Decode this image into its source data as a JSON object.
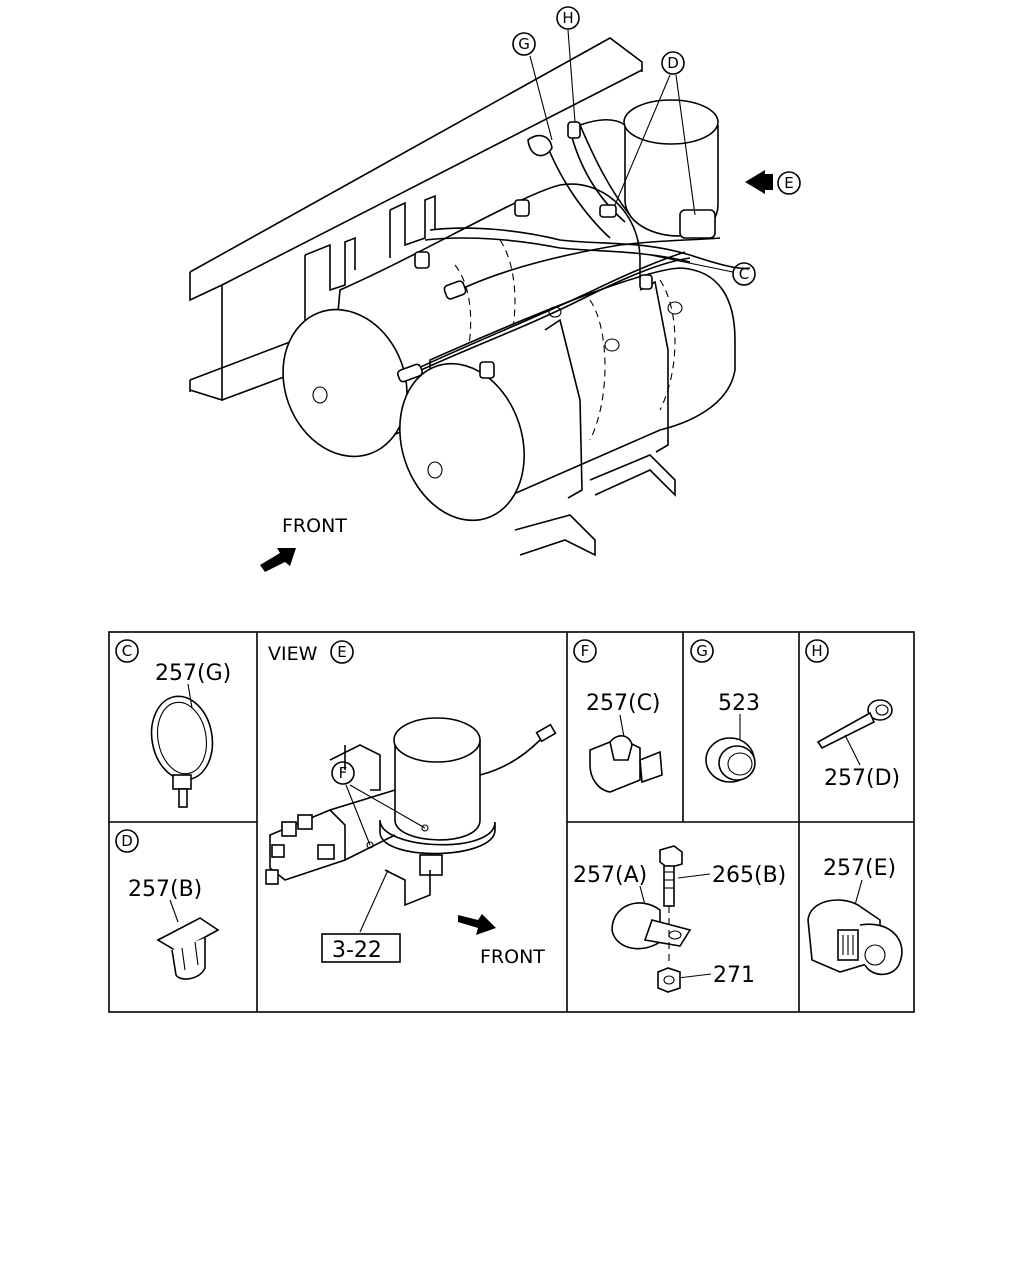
{
  "main_view": {
    "callouts": {
      "G": "G",
      "H": "H",
      "D": "D",
      "E": "E",
      "C": "C"
    },
    "front_label": "FRONT"
  },
  "detail_panels": {
    "C": {
      "circle": "C",
      "part": "257(G)"
    },
    "view_E": {
      "title": "VIEW",
      "circle": "E",
      "callout_F": "F",
      "ref_box": "3-22",
      "front_label": "FRONT"
    },
    "F": {
      "circle": "F",
      "part": "257(C)"
    },
    "G": {
      "circle": "G",
      "part": "523"
    },
    "H": {
      "circle": "H",
      "part": "257(D)"
    },
    "D": {
      "circle": "D",
      "part": "257(B)"
    },
    "fastener": {
      "part_a": "257(A)",
      "part_b": "265(B)",
      "part_c": "271"
    },
    "E_clip": {
      "part": "257(E)"
    }
  }
}
